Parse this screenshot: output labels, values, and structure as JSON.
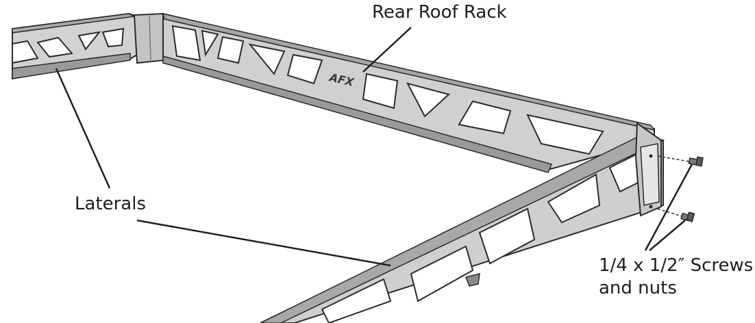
{
  "diagram": {
    "callouts": {
      "rear_roof_rack": "Rear Roof Rack",
      "laterals": "Laterals",
      "screws_line1": "1/4 x 1/2″ Screws",
      "screws_line2": "and nuts"
    },
    "logo_text": "AFX",
    "colors": {
      "background": "#ffffff",
      "metal_top": "#b9b9b9",
      "metal_face": "#d0d0d0",
      "metal_shadow": "#8c8c8c",
      "outline": "#2a2a2a",
      "leader": "#1e1e1e"
    }
  }
}
